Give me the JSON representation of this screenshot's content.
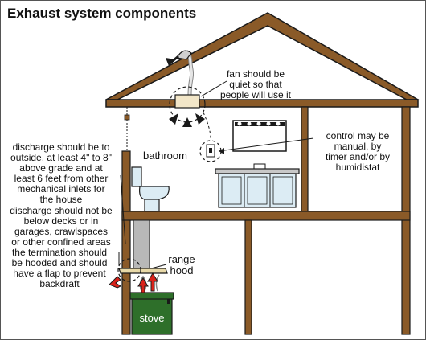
{
  "title": "Exhaust system components",
  "labels": {
    "bathroom": "bathroom",
    "stove": "stove",
    "range_hood": [
      "range",
      "hood"
    ]
  },
  "notes": {
    "fan": [
      "fan should be",
      "quiet so that",
      "people will use it"
    ],
    "control": [
      "control may be",
      "manual, by",
      "timer and/or by",
      "humidistat"
    ],
    "discharge_location": [
      "discharge should be to",
      "outside, at least 4\" to 8\"",
      "above grade and at",
      "least 6 feet from other",
      "mechanical inlets for",
      "the house"
    ],
    "discharge_not_below": [
      "discharge should not be",
      "below decks or in",
      "garages, crawlspaces",
      "or other confined areas"
    ],
    "termination": [
      "the termination should",
      "be hooded and should",
      "have a flap to prevent",
      "backdraft"
    ]
  },
  "colors": {
    "framing": "#8a5a28",
    "outline": "#1a1a1a",
    "counter": "#c8c8c8",
    "cabinet": "#dcecf4",
    "stove": "#2e6f2a",
    "arrow_red": "#d9221a",
    "duct": "#b8b8b8"
  },
  "icons": [
    "roof-vent-icon",
    "exhaust-fan-icon",
    "switch-icon",
    "toilet-icon",
    "vanity-icon",
    "mirror-light-icon",
    "range-hood-icon",
    "stove-icon",
    "airflow-arrow-icon"
  ]
}
